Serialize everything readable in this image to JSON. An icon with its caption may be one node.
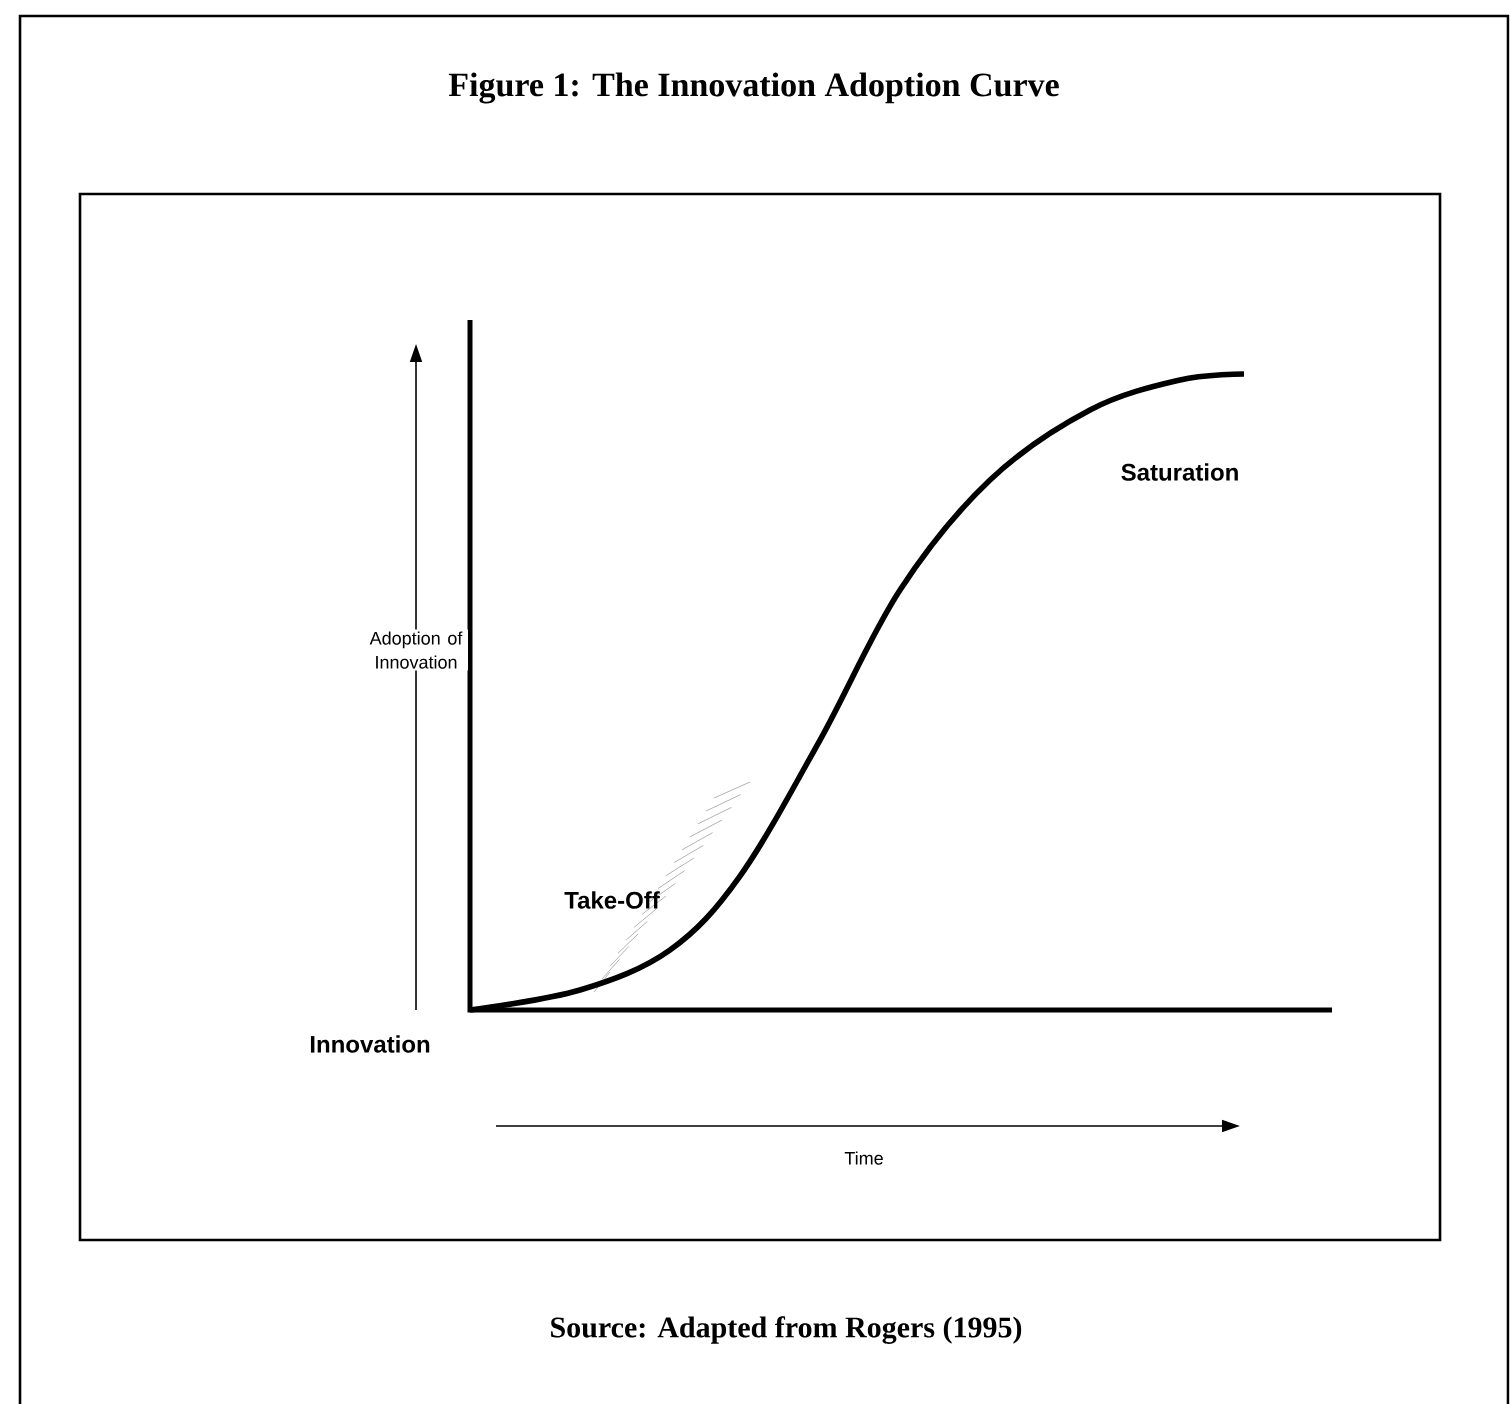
{
  "diagram": {
    "title": "Figure 1: The Innovation Adoption Curve",
    "caption": "Source: Adapted from Rogers (1995)",
    "labels": [
      "Adoption of Innovation",
      "Saturation",
      "Take-Off",
      "Innovation",
      "Time"
    ]
  }
}
